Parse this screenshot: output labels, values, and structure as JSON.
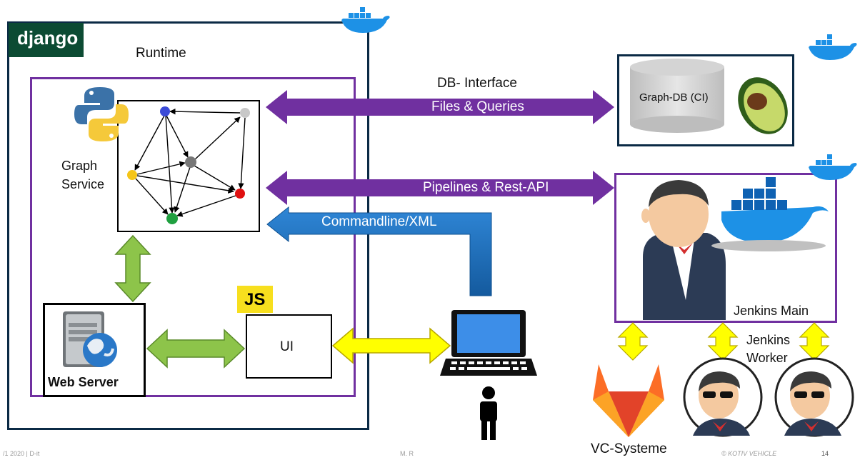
{
  "django_logo": "django",
  "runtime_label": "Runtime",
  "graph_service_label": [
    "Graph",
    "Service"
  ],
  "js_badge": "JS",
  "ui_label": "UI",
  "web_server_label": "Web Server",
  "db_interface_label": "DB- Interface",
  "files_queries_label": "Files & Queries",
  "graph_db_label": "Graph-DB (CI)",
  "pipelines_label": "Pipelines & Rest-API",
  "commandline_label": "Commandline/XML",
  "jenkins_main_label": "Jenkins Main",
  "jenkins_worker_label": [
    "Jenkins",
    "Worker"
  ],
  "vc_label": "VC-Systeme",
  "footer_left": "/1 2020 | D-it",
  "footer_mid": "M. R",
  "footer_right": "© KOTIV VEHICLE",
  "footer_page": "14",
  "colors": {
    "django_green": "#0c4b33",
    "navy_border": "#0b2a45",
    "purple": "#7030a0",
    "blue_arrow": "#1f6bb5",
    "green_arrow": "#8dc44a",
    "yellow_arrow": "#ffff00",
    "docker_blue": "#1d91e6"
  }
}
